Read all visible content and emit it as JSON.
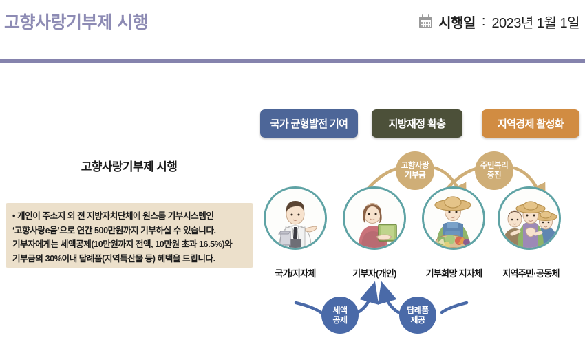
{
  "header": {
    "title": "고향사랑기부제 시행",
    "calendar_icon": "calendar-icon",
    "date_label": "시행일",
    "date_separator": ":",
    "date_value": "2023년 1월 1일"
  },
  "left_panel": {
    "subtitle": "고향사랑기부제 시행",
    "description": "• 개인이 주소지 외 전 지방자치단체에 원스톱 기부시스템인\n  ‘고향사랑e음’으로 연간 500만원까지 기부하실 수 있습니다.\n  기부자에게는 세액공제(10만원까지 전액, 10만원 초과 16.5%)와\n  기부금의 30%이내 답례품(지역특산물 등) 혜택을 드립니다."
  },
  "diagram": {
    "outcome_pills": [
      {
        "label": "국가 균형발전 기여",
        "color": "#4d6698"
      },
      {
        "label": "지방재정 확충",
        "color": "#4c5039"
      },
      {
        "label": "지역경제 활성화",
        "color": "#d18c42"
      }
    ],
    "flow_circles_top": [
      {
        "label": "고향사랑\n기부금",
        "color": "#cfae77"
      },
      {
        "label": "주민복리\n증진",
        "color": "#cfae77"
      }
    ],
    "flow_circles_bottom": [
      {
        "label": "세액\n공제",
        "color": "#4a6aa8"
      },
      {
        "label": "답례품\n제공",
        "color": "#4a6aa8"
      }
    ],
    "actors": [
      {
        "label": "국가/지자체",
        "icon": "official-person-icon"
      },
      {
        "label": "기부자(개인)",
        "icon": "donor-person-icon"
      },
      {
        "label": "기부희망 지자체",
        "icon": "farmer-person-icon"
      },
      {
        "label": "지역주민·공동체",
        "icon": "community-group-icon"
      }
    ],
    "accent_colors": {
      "avatar_ring": "#5fa3a5",
      "tan_arrow": "#cfae77",
      "blue_arrow": "#4a6aa8",
      "divider": "#8583ad",
      "title": "#8d8bb4",
      "description_bg": "#ece0cb"
    }
  }
}
